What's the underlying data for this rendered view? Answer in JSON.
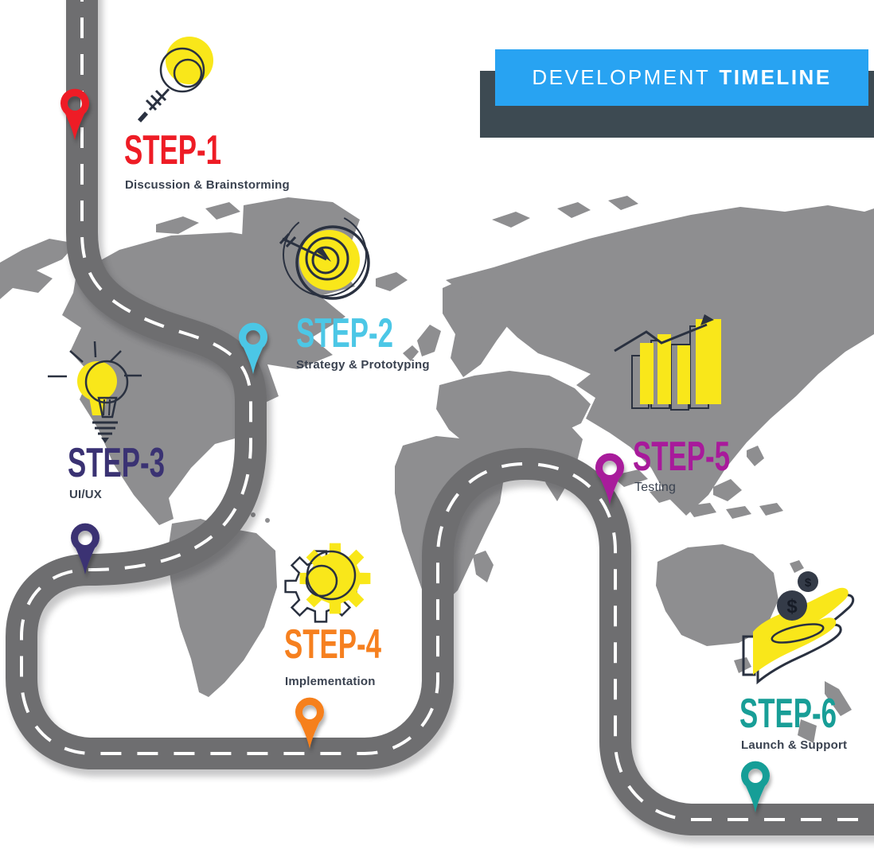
{
  "banner": {
    "title_light": "DEVELOPMENT",
    "title_bold": "TIMELINE",
    "background": "#28A3F2",
    "shadow": "#3D4A52",
    "text_color": "#FFFFFF"
  },
  "steps": [
    {
      "label": "STEP-1",
      "subtitle": "Discussion & Brainstorming",
      "color": "#EE1C25",
      "icon": "idea-magnifier-icon"
    },
    {
      "label": "STEP-2",
      "subtitle": "Strategy & Prototyping",
      "color": "#4CC7E6",
      "icon": "dart-target-icon"
    },
    {
      "label": "STEP-3",
      "subtitle": "UI/UX",
      "color": "#3A3273",
      "icon": "lightbulb-icon"
    },
    {
      "label": "STEP-4",
      "subtitle": "Implementation",
      "color": "#F6801F",
      "icon": "gear-icon"
    },
    {
      "label": "STEP-5",
      "subtitle": "Testing",
      "color": "#A81A9B",
      "icon": "growth-chart-icon"
    },
    {
      "label": "STEP-6",
      "subtitle": "Launch & Support",
      "color": "#189E97",
      "icon": "hand-coins-icon"
    }
  ],
  "icons": {
    "coin_large_symbol": "$",
    "coin_small_symbol": "$"
  },
  "palette": {
    "map": "#8E8E90",
    "road": "#6E6E70",
    "road_line": "#FFFFFF",
    "icon_yellow": "#F9E71A",
    "icon_outline": "#2A3140",
    "subtitle_text": "#3A4250",
    "coin": "#343B48",
    "coin_symbol": "#161B26"
  }
}
